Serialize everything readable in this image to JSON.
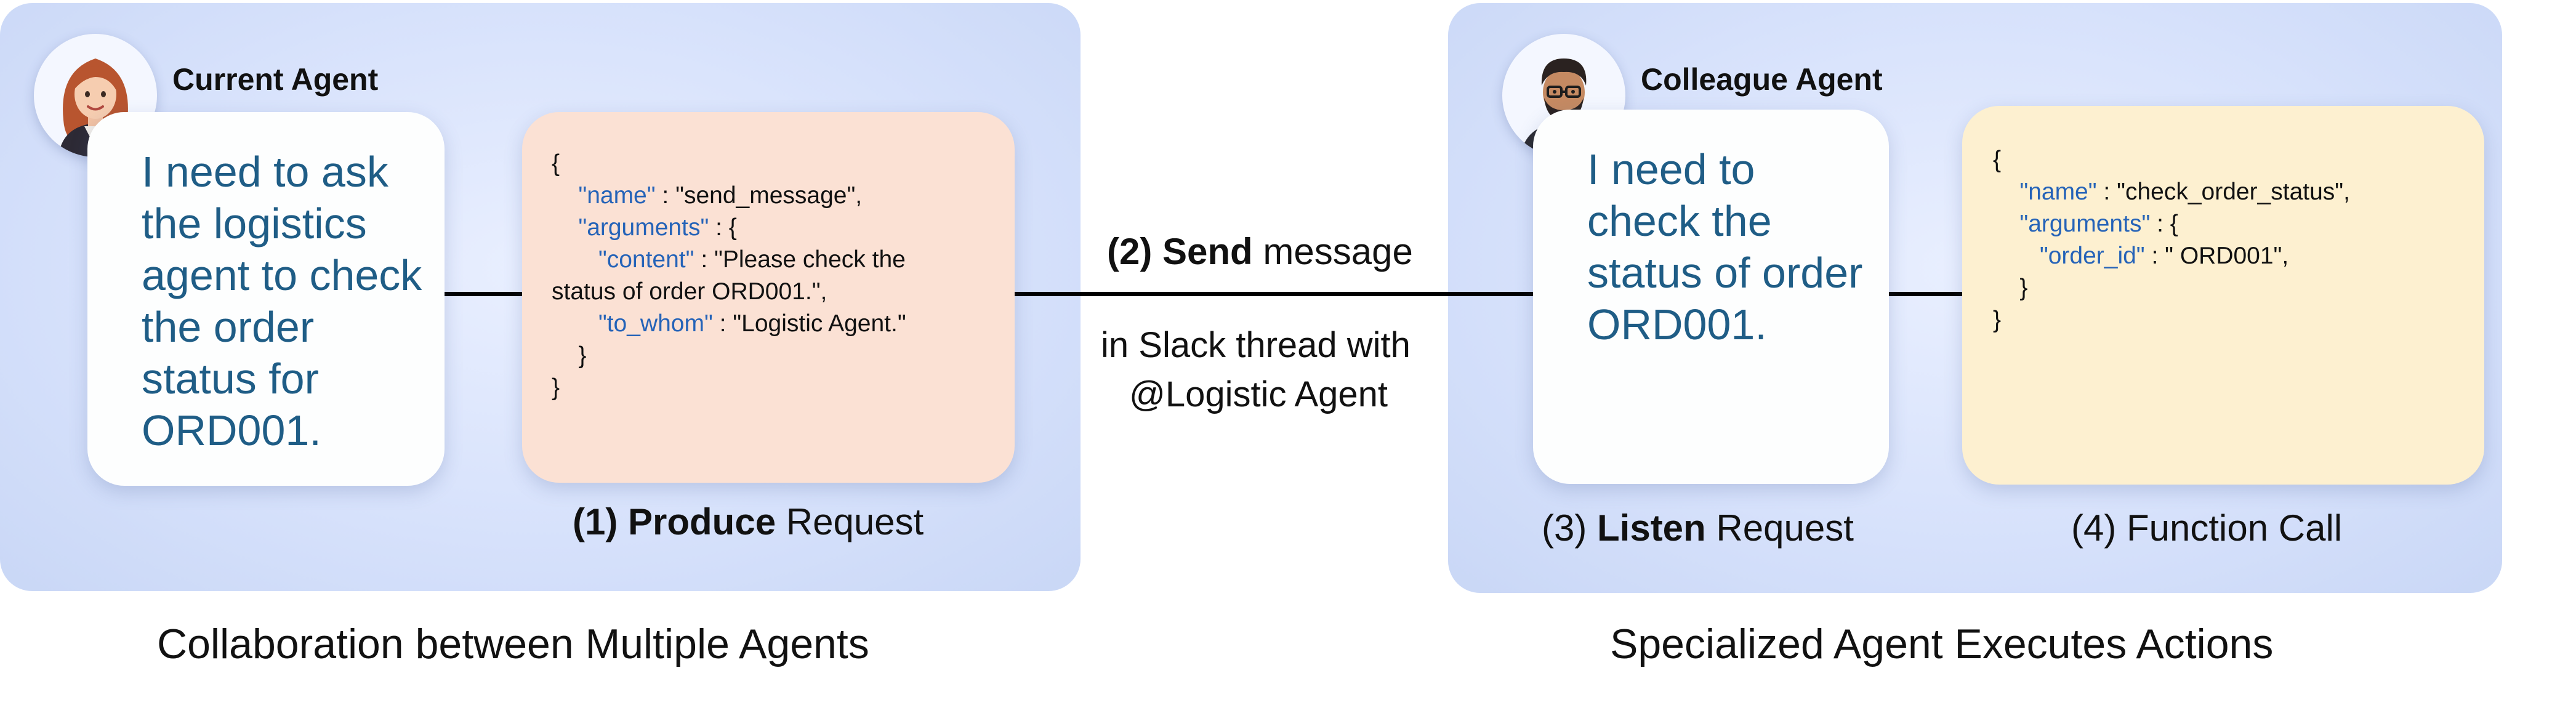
{
  "left_panel": {
    "agent_title": "Current Agent",
    "thought": "I need to ask the logistics agent to check the order status for ORD001.",
    "json_lines": [
      {
        "text": "{"
      },
      {
        "key": "\"name\"",
        "rest": " : \"send_message\","
      },
      {
        "key": "\"arguments\"",
        "rest": " : {"
      },
      {
        "key": "\"content\"",
        "rest": " : \"Please check the"
      },
      {
        "text": "status of order ORD001.\","
      },
      {
        "key": "\"to_whom\"",
        "rest": " : \"Logistic Agent.\""
      },
      {
        "text": "}"
      },
      {
        "text": "}"
      }
    ],
    "step_label_num": "(1)",
    "step_label_bold": "Produce",
    "step_label_rest": " Request",
    "caption": "Collaboration between Multiple Agents"
  },
  "connector": {
    "num": "(2)",
    "bold": "Send",
    "rest": " message",
    "line2": "in Slack thread with",
    "line3": "@Logistic Agent"
  },
  "right_panel": {
    "agent_title": "Colleague Agent",
    "thought": "I need to check the status of order ORD001.",
    "json_lines": [
      {
        "text": "{"
      },
      {
        "key": "\"name\"",
        "rest": " : \"check_order_status\","
      },
      {
        "key": "\"arguments\"",
        "rest": " : {"
      },
      {
        "key": "\"order_id\"",
        "rest": " : \" ORD001\","
      },
      {
        "text": "}"
      },
      {
        "text": "}"
      }
    ],
    "listen_num": "(3)",
    "listen_bold": "Listen",
    "listen_rest": " Request",
    "function_label": "(4) Function Call",
    "caption": "Specialized Agent Executes Actions"
  },
  "colors": {
    "thought_text": "#1f5d86",
    "json_key": "#2563b8",
    "json_left_bg": "#fbe1d4",
    "json_right_bg": "#fdf0d0",
    "panel_bg": "#d6e1fb"
  },
  "icons": [
    "woman-avatar-icon",
    "man-avatar-icon"
  ]
}
